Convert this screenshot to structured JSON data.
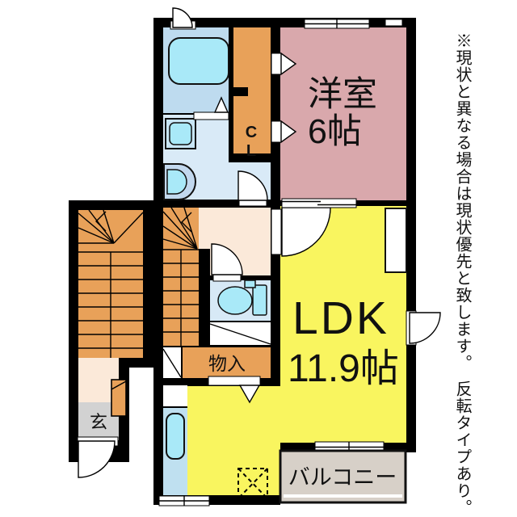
{
  "plan": {
    "rooms": {
      "western_room": {
        "name": "洋室",
        "size": "6帖"
      },
      "ldk": {
        "name": "LDK",
        "size": "11.9帖"
      },
      "closet": {
        "letters": [
          "C",
          "L"
        ]
      },
      "storage": {
        "name": "物入"
      },
      "entrance": {
        "name": "玄"
      },
      "balcony": {
        "name": "バルコニー"
      }
    },
    "colors": {
      "wall": "#000000",
      "western_room": "#D9A8AC",
      "ldk": "#F9F55F",
      "closet_orange": "#E8A159",
      "bathroom": "#BEDBEF",
      "sanitary_blue": "#D9EAF7",
      "toilet_blue": "#D7E9F6",
      "kitchen_blue": "#BFE0F0",
      "fixture_cyan": "#A9E9F8",
      "hallway_cream": "#FBE9D9",
      "entrance_gray": "#D2D2D2",
      "balcony_gray": "#D7D0C8"
    }
  },
  "note": "※現状と異なる場合は現状優先と致します。　反転タイプあり。"
}
